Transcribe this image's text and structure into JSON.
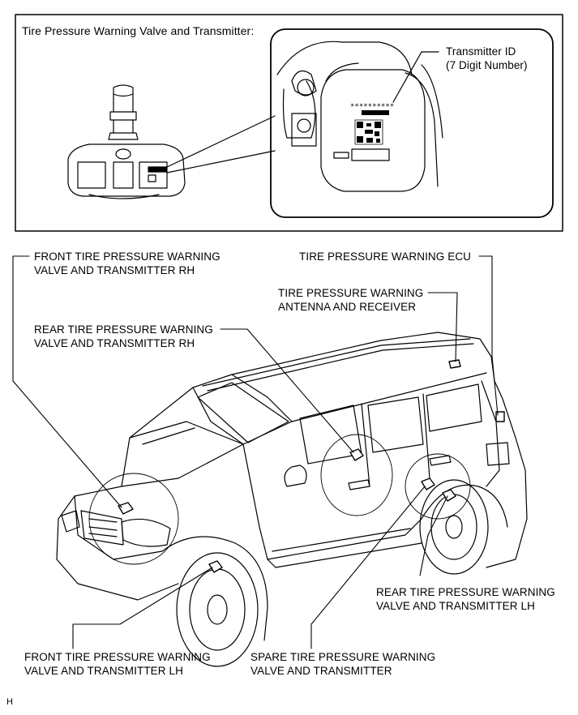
{
  "inset": {
    "title": "Tire Pressure Warning Valve and Transmitter:",
    "transmitter_id_line1": "Transmitter ID",
    "transmitter_id_line2": "(7 Digit Number)"
  },
  "labels": {
    "front_rh": [
      "FRONT TIRE PRESSURE WARNING",
      "VALVE AND TRANSMITTER RH"
    ],
    "rear_rh": [
      "REAR TIRE PRESSURE WARNING",
      "VALVE AND TRANSMITTER RH"
    ],
    "ecu": [
      "TIRE PRESSURE WARNING ECU"
    ],
    "antenna": [
      "TIRE PRESSURE WARNING",
      "ANTENNA AND RECEIVER"
    ],
    "rear_lh": [
      "REAR TIRE PRESSURE WARNING",
      "VALVE AND TRANSMITTER LH"
    ],
    "front_lh": [
      "FRONT TIRE PRESSURE WARNING",
      "VALVE AND TRANSMITTER LH"
    ],
    "spare": [
      "SPARE TIRE PRESSURE WARNING",
      "VALVE AND TRANSMITTER"
    ]
  },
  "footer_code": "H"
}
